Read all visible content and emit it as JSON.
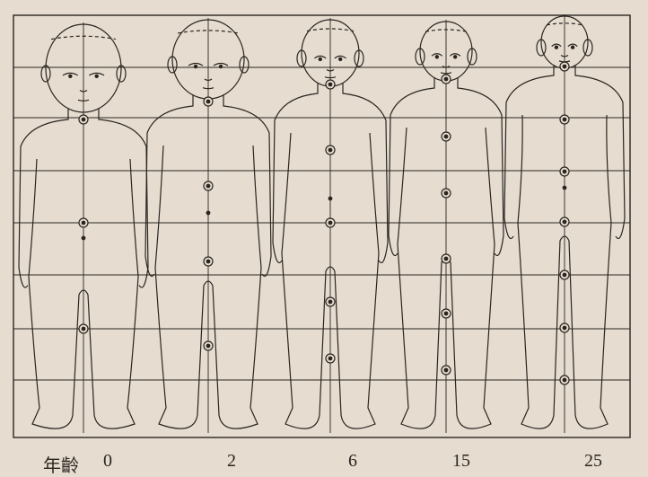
{
  "figure": {
    "age_prefix": "年齡",
    "figures": [
      {
        "age_label": "0"
      },
      {
        "age_label": "2"
      },
      {
        "age_label": "6"
      },
      {
        "age_label": "15"
      },
      {
        "age_label": "25"
      }
    ],
    "colors": {
      "background": "#e6ddd0",
      "ink": "#2a2520"
    }
  }
}
